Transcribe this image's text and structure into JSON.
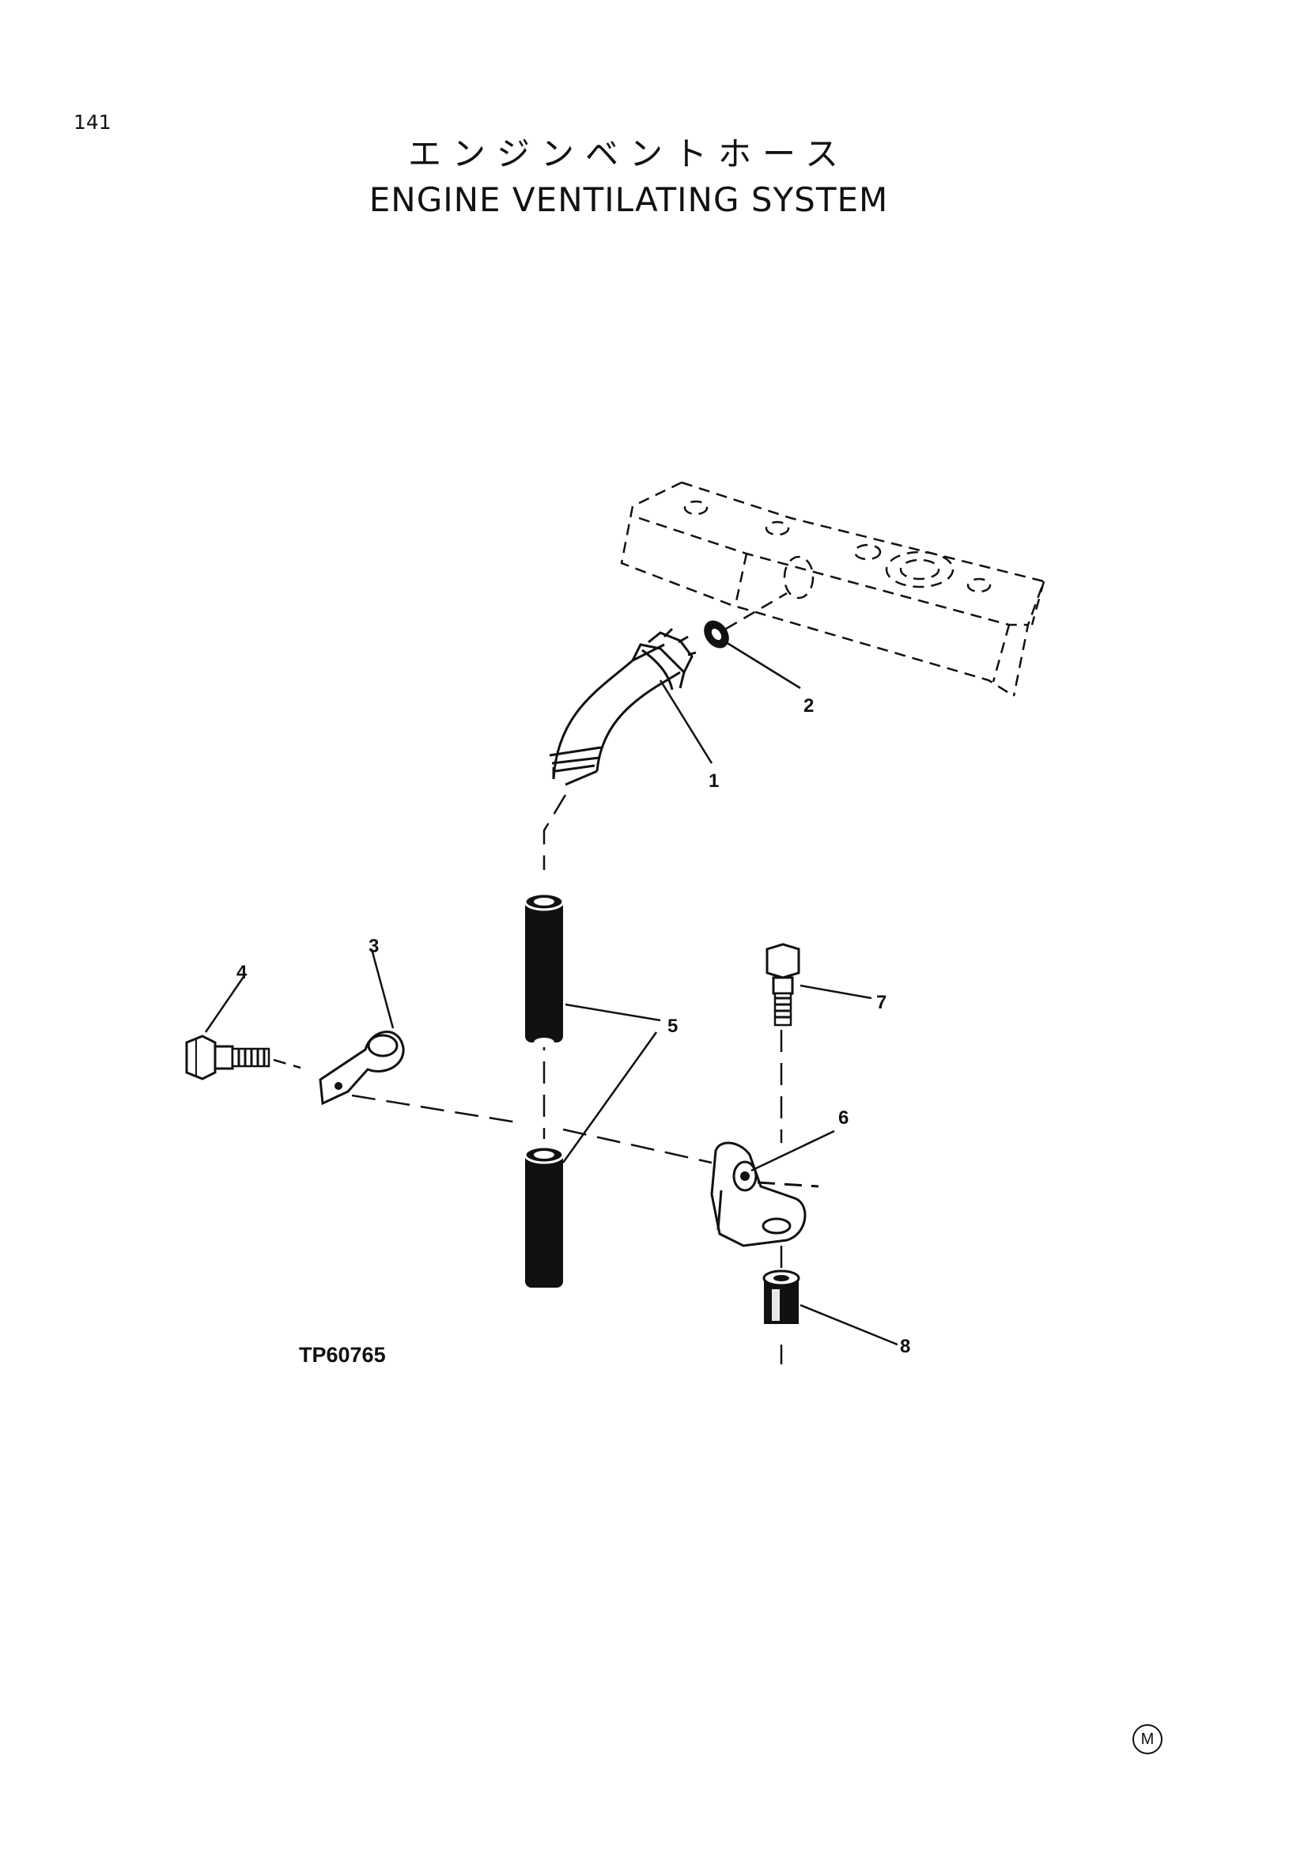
{
  "page": {
    "number": "141"
  },
  "title": {
    "japanese": "エンジンベントホース",
    "english": "ENGINE VENTILATING SYSTEM"
  },
  "figure": {
    "code": "TP60765"
  },
  "callouts": [
    "1",
    "2",
    "3",
    "4",
    "5",
    "5",
    "6",
    "7",
    "8"
  ],
  "footer": {
    "mark": "M"
  }
}
